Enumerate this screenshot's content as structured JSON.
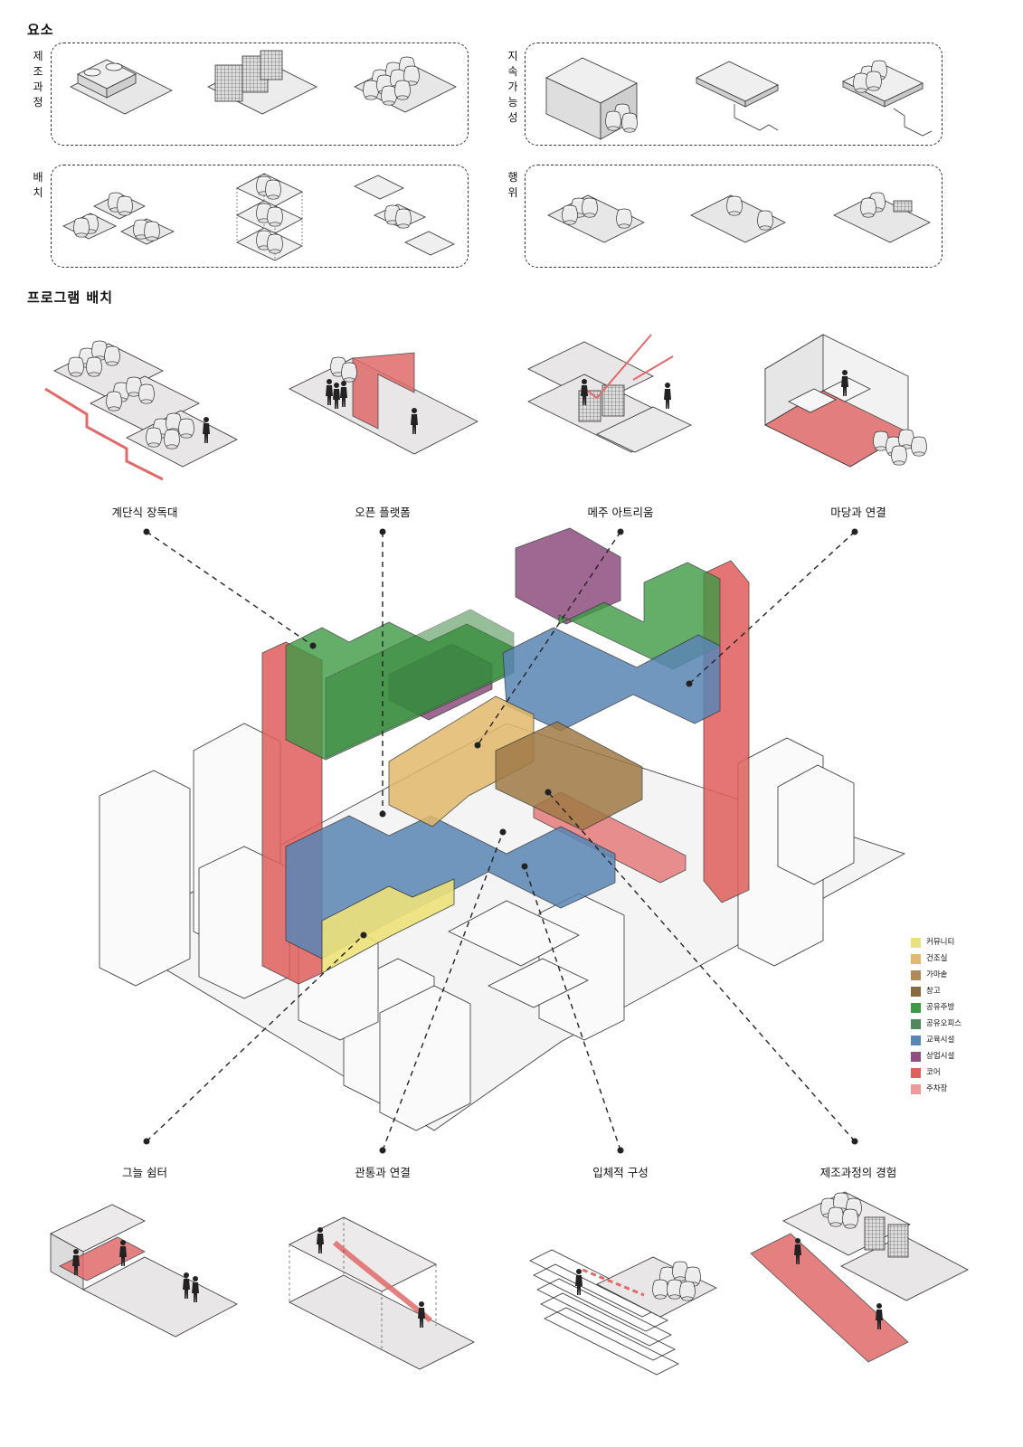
{
  "section_elements": {
    "title": "요소",
    "groups": [
      {
        "label": "제조과정"
      },
      {
        "label": "지속가능성"
      },
      {
        "label": "배치"
      },
      {
        "label": "행위"
      }
    ]
  },
  "section_program": {
    "title": "프로그램 배치"
  },
  "concepts_top": [
    {
      "label": "계단식 장독대"
    },
    {
      "label": "오픈 플랫폼"
    },
    {
      "label": "메주 아트리움"
    },
    {
      "label": "마당과 연결"
    }
  ],
  "concepts_bottom": [
    {
      "label": "그늘 쉼터"
    },
    {
      "label": "관통과 연결"
    },
    {
      "label": "입체적 구성"
    },
    {
      "label": "제조과정의 경험"
    }
  ],
  "legend": [
    {
      "label": "커뮤니티",
      "color": "#E9E07F"
    },
    {
      "label": "건조실",
      "color": "#E2B96A"
    },
    {
      "label": "가마솥",
      "color": "#B08A5C"
    },
    {
      "label": "창고",
      "color": "#8A6A3F"
    },
    {
      "label": "공유주방",
      "color": "#3E9A45"
    },
    {
      "label": "공유오피스",
      "color": "#4E8A5E"
    },
    {
      "label": "교육시설",
      "color": "#5A86B5"
    },
    {
      "label": "상업시설",
      "color": "#8E4E80"
    },
    {
      "label": "코어",
      "color": "#E0605E"
    },
    {
      "label": "주차장",
      "color": "#EE9A9A"
    }
  ],
  "colors": {
    "accent_red": "#E06A6A",
    "pale_red": "#F0A0A0",
    "plane_grey": "#E6E4E4",
    "line": "#2A2A2A"
  }
}
